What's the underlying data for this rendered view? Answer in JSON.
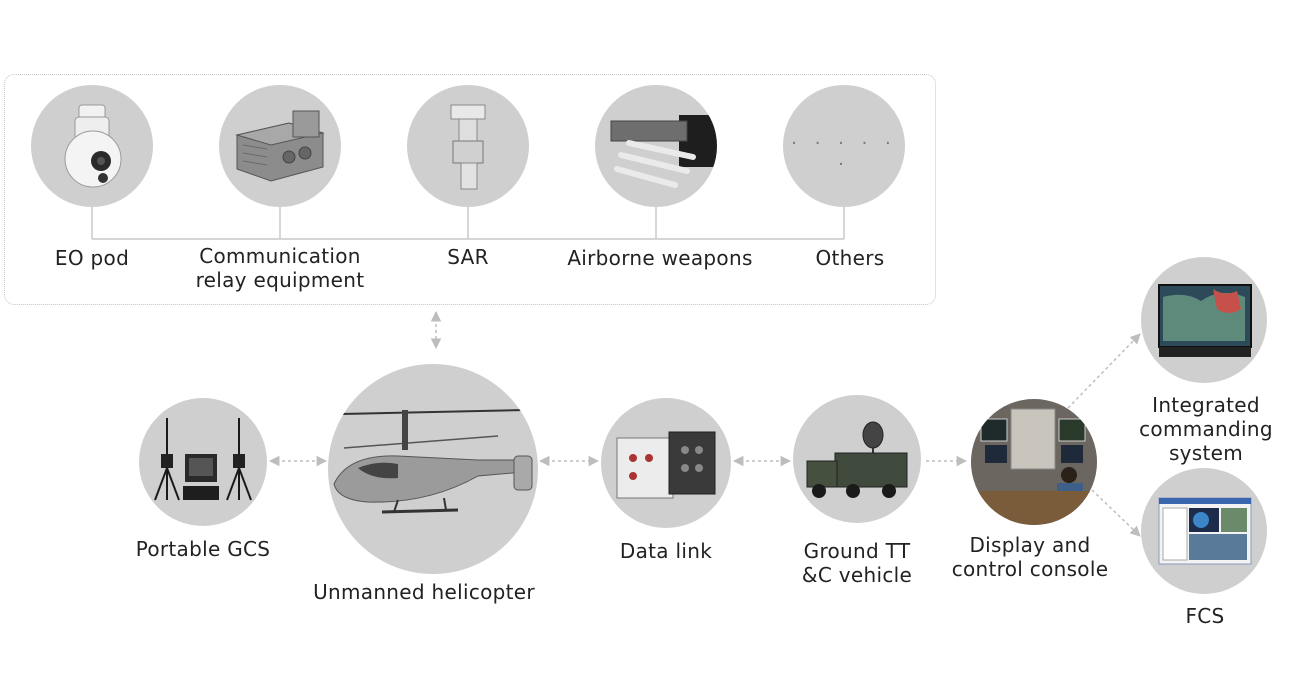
{
  "payloads": {
    "items": [
      {
        "label": "EO pod",
        "icon": "eo-pod-icon"
      },
      {
        "label": "Communication\nrelay equipment",
        "icon": "relay-equipment-icon"
      },
      {
        "label": "SAR",
        "icon": "sar-icon"
      },
      {
        "label": "Airborne weapons",
        "icon": "weapons-icon"
      },
      {
        "label": "Others",
        "icon": "ellipsis-icon",
        "placeholder": "· · · · · ·"
      }
    ]
  },
  "chain": {
    "portable_gcs": "Portable GCS",
    "helicopter": "Unmanned helicopter",
    "data_link": "Data link",
    "ground_vehicle": "Ground TT\n&C vehicle",
    "console": "Display and\ncontrol console",
    "integrated": "Integrated\ncommanding system",
    "fcs": "FCS"
  },
  "colors": {
    "circle": "#cfcfcf",
    "connector": "#bdbdbd",
    "text": "#222222"
  }
}
